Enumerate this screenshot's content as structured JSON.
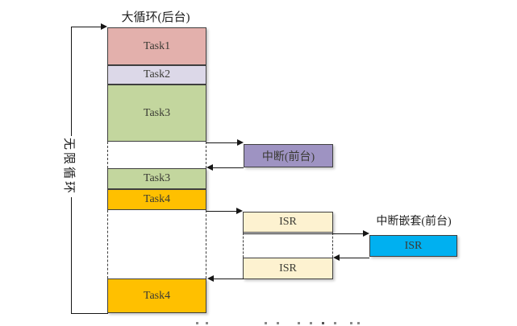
{
  "diagram_title": "大循环(后台)",
  "loop_label": "无限循环",
  "background_column": {
    "segments": [
      "Task1",
      "Task2",
      "Task3",
      "Task3",
      "Task4",
      "Task4"
    ]
  },
  "foreground": {
    "interrupt_label": "中断(前台)",
    "isr_segments": [
      "ISR",
      "ISR"
    ],
    "nested_title": "中断嵌套(前台)",
    "nested_isr_label": "ISR"
  },
  "colors": {
    "task1": "#E3B0AC",
    "task2": "#DCD8E8",
    "task3": "#C3D69E",
    "task4": "#FFC000",
    "interrupt": "#9E93C2",
    "isr": "#FDF2D0",
    "nested_isr": "#00B0F0",
    "line": "#161616"
  }
}
